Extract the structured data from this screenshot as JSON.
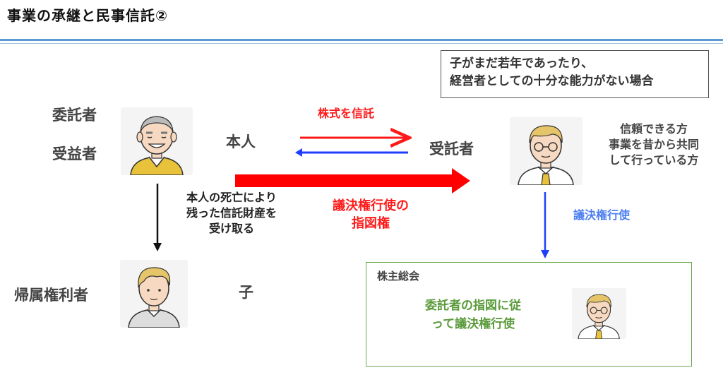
{
  "title": "事業の承継と民事信託②",
  "labels": {
    "settlor": "委託者",
    "beneficiary": "受益者",
    "principal": "本人",
    "trustee": "受託者",
    "remainder": "帰属権利者",
    "child": "子"
  },
  "note_box": {
    "line1": "子がまだ若年であったり、",
    "line2": "経営者としての十分な能力がない場合"
  },
  "trustee_desc": {
    "line1": "信頼できる方",
    "line2": "事業を昔から共同",
    "line3": "して行っている方"
  },
  "arrows": {
    "trust_shares": "株式を信託",
    "voting_instruction_line1": "議決権行使の",
    "voting_instruction_line2": "指図権",
    "voting_exercise": "議決権行使",
    "death_line1": "本人の死亡により",
    "death_line2": "残った信託財産を",
    "death_line3": "受け取る"
  },
  "meeting": {
    "title": "株主総会",
    "line1": "委託者の指図に従",
    "line2": "って議決権行使"
  },
  "colors": {
    "accent_blue": "#5b9bd5",
    "red": "#ff1a1a",
    "blue_arrow": "#1f3fff",
    "green": "#6aa84f"
  },
  "icons": [
    "elderly-man-icon",
    "businessman-icon",
    "young-man-icon"
  ]
}
